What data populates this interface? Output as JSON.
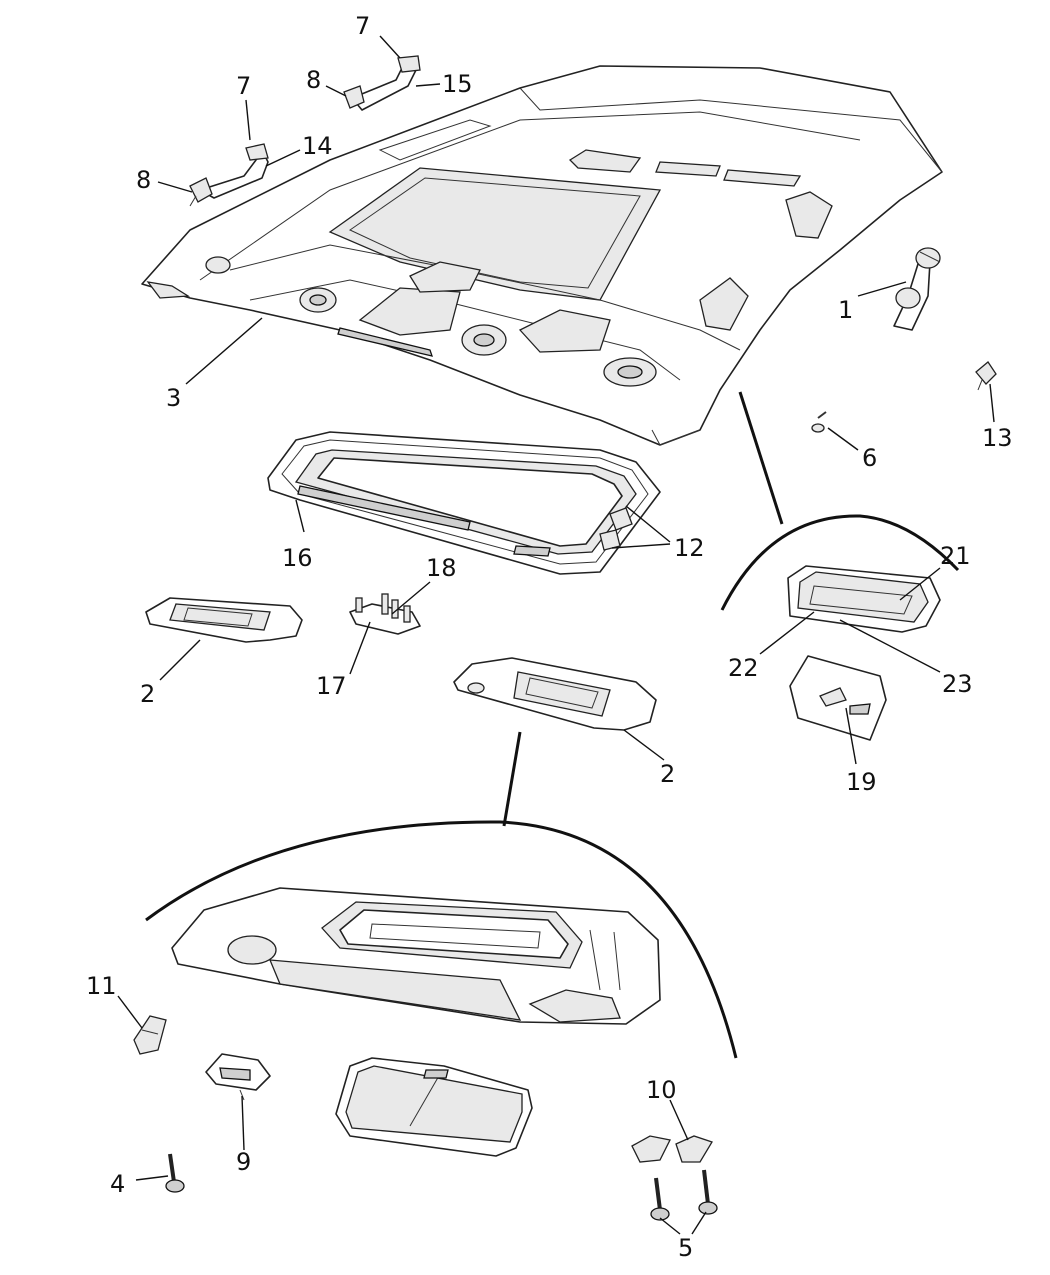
{
  "callouts": {
    "c1": "1",
    "c2a": "2",
    "c2b": "2",
    "c3": "3",
    "c4": "4",
    "c5": "5",
    "c6": "6",
    "c7a": "7",
    "c7b": "7",
    "c8a": "8",
    "c8b": "8",
    "c9": "9",
    "c10": "10",
    "c11": "11",
    "c12": "12",
    "c13": "13",
    "c14": "14",
    "c15": "15",
    "c16": "16",
    "c17": "17",
    "c18": "18",
    "c19": "19",
    "c21": "21",
    "c22": "22",
    "c23": "23"
  }
}
